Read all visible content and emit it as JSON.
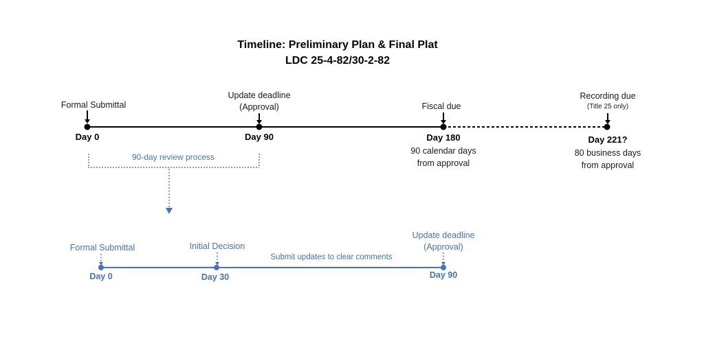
{
  "title": {
    "line1": "Timeline: Preliminary Plan & Final Plat",
    "line2": "LDC 25-4-82/30-2-82"
  },
  "colors": {
    "timeline_black": "#000000",
    "accent_blue": "#4472C4",
    "dotted_blue": "#7d9ed8"
  },
  "main_timeline": {
    "events": [
      {
        "label": "Formal Submittal",
        "day": "Day 0"
      },
      {
        "label": "Update deadline",
        "sublabel": "(Approval)",
        "day": "Day 90"
      },
      {
        "label": "Fiscal due",
        "day": "Day 180",
        "note1": "90 calendar days",
        "note2": "from approval"
      },
      {
        "label": "Recording due",
        "sublabel": "(Title 25 only)",
        "day": "Day 221?",
        "note1": "80 business days",
        "note2": "from approval"
      }
    ],
    "annotation": "90-day review process"
  },
  "sub_timeline": {
    "events": [
      {
        "label": "Formal Submittal",
        "day": "Day 0"
      },
      {
        "label": "Initial Decision",
        "day": "Day 30"
      },
      {
        "label": "Update deadline",
        "sublabel": "(Approval)",
        "day": "Day 90"
      }
    ],
    "annotation": "Submit updates to clear comments"
  }
}
